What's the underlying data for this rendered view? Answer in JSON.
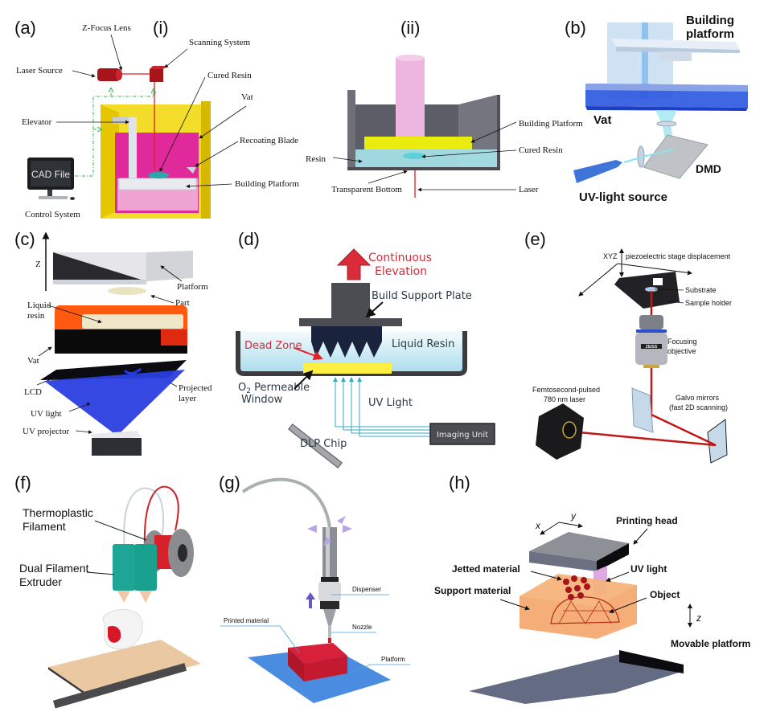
{
  "figure": {
    "panels": {
      "a": {
        "label": "(a)",
        "sub_i": {
          "label": "(i)",
          "labels": {
            "z_focus_lens": "Z-Focus Lens",
            "scanning_system": "Scanning System",
            "laser_source": "Laser Source",
            "cured_resin": "Cured Resin",
            "vat": "Vat",
            "elevator": "Elevator",
            "recoating_blade": "Recoating Blade",
            "building_platform": "Building Platform",
            "cad_file": "CAD File",
            "control_system": "Control System"
          }
        },
        "sub_ii": {
          "label": "(ii)",
          "labels": {
            "building_platform": "Building Platform",
            "cured_resin": "Cured Resin",
            "resin": "Resin",
            "transparent_bottom": "Transparent Bottom",
            "laser": "Laser"
          }
        }
      },
      "b": {
        "label": "(b)",
        "labels": {
          "building_platform_1": "Building",
          "building_platform_2": "platform",
          "vat": "Vat",
          "dmd": "DMD",
          "uv_light_source": "UV-light source"
        }
      },
      "c": {
        "label": "(c)",
        "labels": {
          "z": "Z",
          "platform": "Platform",
          "part": "Part",
          "liquid_resin_1": "Liquid",
          "liquid_resin_2": "resin",
          "vat": "Vat",
          "lcd": "LCD",
          "projected_layer_1": "Projected",
          "projected_layer_2": "layer",
          "uv_light": "UV light",
          "uv_projector": "UV projector"
        }
      },
      "d": {
        "label": "(d)",
        "labels": {
          "continuous_elevation_1": "Continuous",
          "continuous_elevation_2": "Elevation",
          "build_support_plate": "Build Support Plate",
          "dead_zone": "Dead Zone",
          "liquid_resin": "Liquid Resin",
          "o2_window_1": "O",
          "o2_window_sub": "2",
          "o2_window_2": " Permeable",
          "o2_window_3": "Window",
          "uv_light": "UV Light",
          "dlp_chip": "DLP Chip",
          "imaging_unit": "Imaging Unit"
        }
      },
      "e": {
        "label": "(e)",
        "labels": {
          "xyz": "XYZ",
          "piezo": "piezoelectric stage displacement",
          "substrate": "Substrate",
          "sample_holder": "Sample holder",
          "focusing_objective_1": "Focusing",
          "focusing_objective_2": "objective",
          "zeiss": "ZEISS",
          "laser_1": "Femtosecond-pulsed",
          "laser_2": "780 nm laser",
          "galvo_1": "Galvo mirrors",
          "galvo_2": "(fast 2D scanning)"
        }
      },
      "f": {
        "label": "(f)",
        "labels": {
          "thermoplastic_1": "Thermoplastic",
          "thermoplastic_2": "Filament",
          "dual_1": "Dual Filament",
          "dual_2": "Extruder"
        }
      },
      "g": {
        "label": "(g)",
        "labels": {
          "dispenser": "Dispenser",
          "nozzle": "Nozzle",
          "printed_material": "Printed material",
          "platform": "Platform"
        }
      },
      "h": {
        "label": "(h)",
        "labels": {
          "x": "x",
          "y": "y",
          "z": "z",
          "printing_head": "Printing head",
          "jetted_material": "Jetted material",
          "uv_light": "UV light",
          "support_material": "Support material",
          "object": "Object",
          "movable_platform": "Movable platform"
        }
      }
    },
    "colors": {
      "laser_red": "#d0202a",
      "vat_yellow": "#f2d500",
      "resin_magenta": "#e020a0",
      "uv_blue": "#2a3fe0",
      "resin_orange": "#ff5a10",
      "cyan_resin": "#b8ecf0",
      "dead_zone_red": "#d92b3a",
      "teal_extruder": "#1fa596",
      "printed_red": "#d0203a",
      "platform_blue": "#4a8de0",
      "jetting_orange": "#f5a060",
      "slate_platform": "#646c84"
    }
  }
}
